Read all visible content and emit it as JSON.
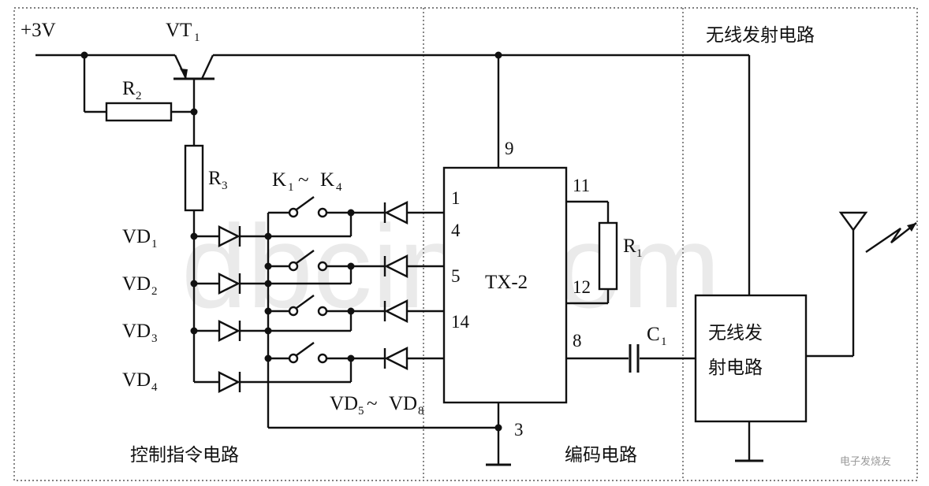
{
  "sections": {
    "control": "控制指令电路",
    "encoder": "编码电路",
    "transmitter": "无线发射电路"
  },
  "supply": "+3V",
  "transistor": {
    "name": "VT",
    "sub": "1"
  },
  "resistors": {
    "r2": {
      "name": "R",
      "sub": "2"
    },
    "r3": {
      "name": "R",
      "sub": "3"
    },
    "r1": {
      "name": "R",
      "sub": "1"
    }
  },
  "switches": {
    "a": "K",
    "a_sub": "1",
    "sep": "~",
    "b": "K",
    "b_sub": "4"
  },
  "diodes_left": [
    {
      "name": "VD",
      "sub": "1"
    },
    {
      "name": "VD",
      "sub": "2"
    },
    {
      "name": "VD",
      "sub": "3"
    },
    {
      "name": "VD",
      "sub": "4"
    }
  ],
  "diodes_right": {
    "a": "VD",
    "a_sub": "5",
    "sep": "~",
    "b": "VD",
    "b_sub": "8"
  },
  "ic": {
    "name": "TX-2",
    "pins": {
      "p9": "9",
      "p1": "1",
      "p4": "4",
      "p5": "5",
      "p14": "14",
      "p11": "11",
      "p12": "12",
      "p8": "8",
      "p3": "3"
    }
  },
  "capacitor": {
    "name": "C",
    "sub": "1"
  },
  "tx_block": {
    "line1": "无线发",
    "line2": "射电路"
  },
  "watermark": "dbcin.com",
  "logo": "电子发烧友"
}
